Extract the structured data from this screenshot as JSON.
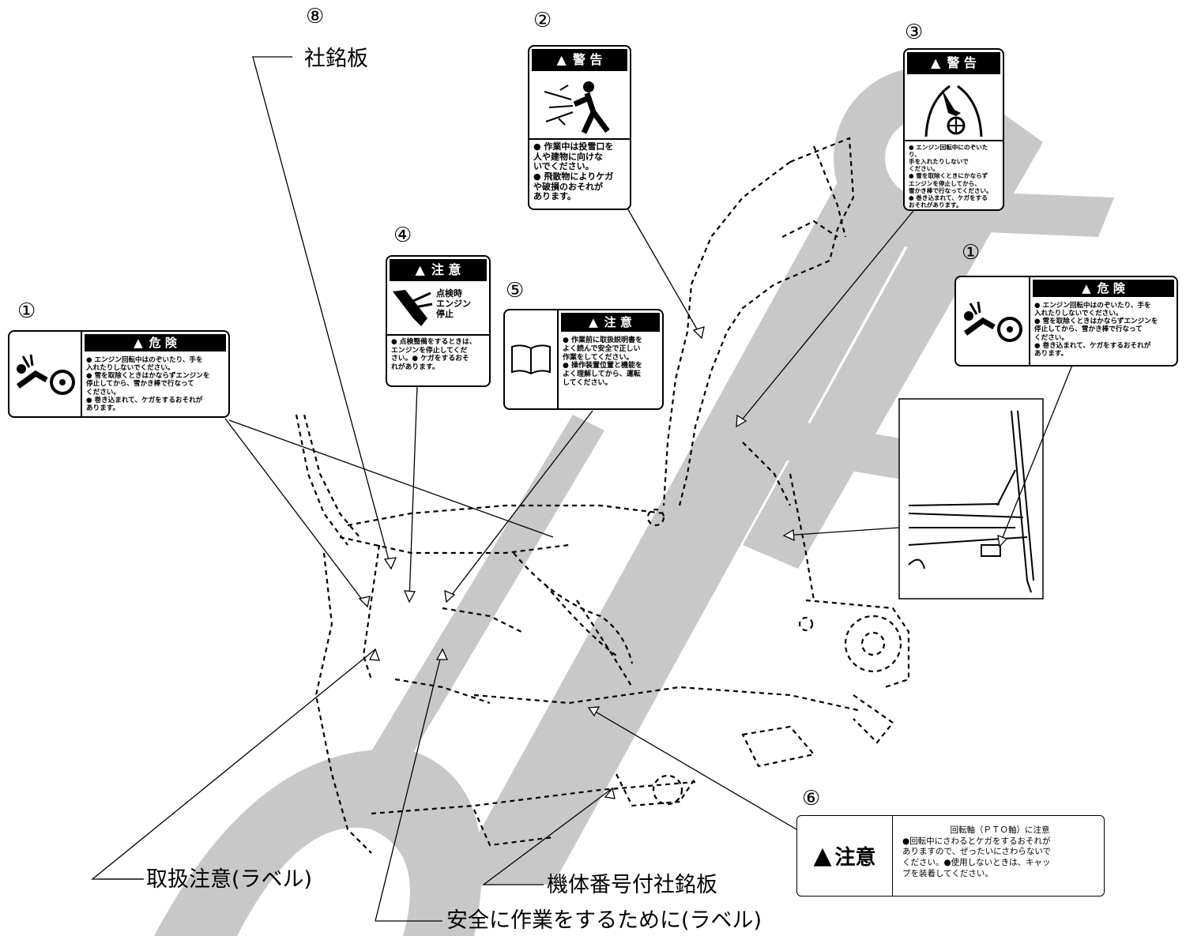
{
  "callouts": {
    "n1_left": "①",
    "n2": "②",
    "n3": "③",
    "n4": "④",
    "n5": "⑤",
    "n1_right": "①",
    "n6": "⑥",
    "n8": "⑧"
  },
  "texts": {
    "nameplate": "社銘板",
    "handling_label": "取扱注意(ラベル)",
    "serial_plate": "機体番号付社銘板",
    "safety_label": "安全に作業をするために(ラベル)"
  },
  "label_danger": {
    "header": "危 険",
    "lines": [
      "● エンジン回転中はのぞいたり、手を",
      "入れたりしないでください。",
      "● 雪を取除くときはかならずエンジンを",
      "停止してから、雪かき棒で行なって",
      "ください。",
      "● 巻き込まれて、ケガをするおそれが",
      "あります。"
    ]
  },
  "label_warning2": {
    "header": "警 告",
    "lines": [
      "● 作業中は投雪口を",
      "人や建物に向けな",
      "いでください。",
      "● 飛散物によりケガ",
      "や破損のおそれが",
      "あります。"
    ]
  },
  "label_warning3": {
    "header": "警 告",
    "lines": [
      "● エンジン回転中にのぞいたり、",
      "手を入れたりしないで",
      "ください。",
      "● 雪を取除くときにかならず",
      "エンジンを停止してから、",
      "雪かき棒で行なってください。",
      "● 巻き込まれて、ケガをする",
      "おそれがあります。"
    ]
  },
  "label_caution4": {
    "header": "注 意",
    "picture_text": [
      "点検時",
      "エンジン",
      "停止"
    ],
    "lines": [
      "● 点検整備をするときは、",
      "エンジンを停止してくだ",
      "さい。● ケガをするおそ",
      "れがあります。"
    ]
  },
  "label_caution5": {
    "header": "注 意",
    "lines": [
      "● 作業前に取扱説明書を",
      "よく読んで安全で正しい",
      "作業をしてください。",
      "● 操作装置位置と機能を",
      "よく理解してから、運転",
      "してください。"
    ]
  },
  "label_pto": {
    "header": "注意",
    "title": "回転軸（ＰＴＯ軸）に注意",
    "lines": [
      "●回転中にさわるとケガをするおそれが",
      "ありますので、ぜったいにさわらないで",
      "ください。●使用しないときは、キャッ",
      "プを装着してください。"
    ]
  },
  "colors": {
    "watermark": "#c8c8c8",
    "ink": "#000000"
  }
}
